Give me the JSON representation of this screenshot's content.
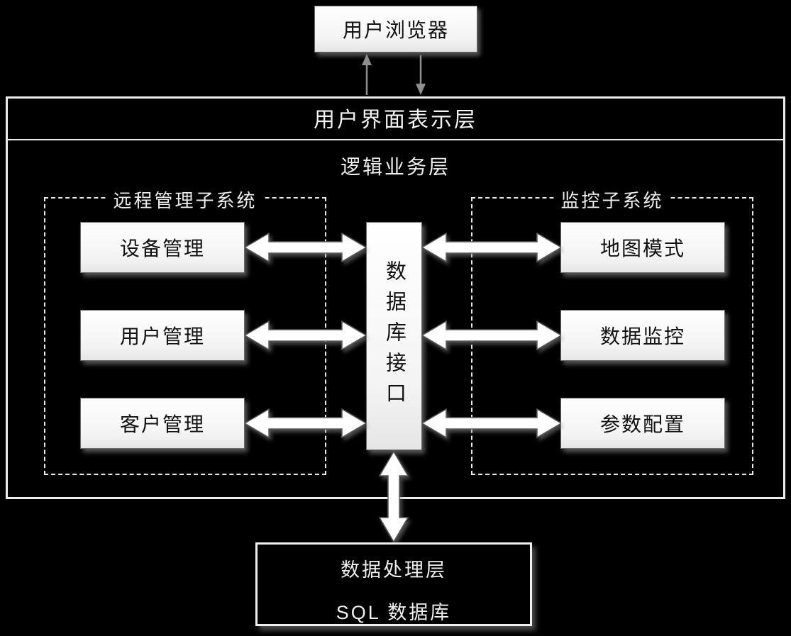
{
  "colors": {
    "background": "#000000",
    "box_fill": "#ffffff",
    "box_text": "#111111",
    "light_text": "#f0f0f0",
    "arrow_fill": "#ffffff",
    "thin_arrow": "#8f8f8f"
  },
  "browser": {
    "label": "用户浏览器"
  },
  "layers": {
    "ui_label": "用户界面表示层",
    "logic_label": "逻辑业务层"
  },
  "subsystems": {
    "left": {
      "title": "远程管理子系统",
      "modules": [
        "设备管理",
        "用户管理",
        "客户管理"
      ]
    },
    "right": {
      "title": "监控子系统",
      "modules": [
        "地图模式",
        "数据监控",
        "参数配置"
      ]
    }
  },
  "db_interface": {
    "label": "数据库接口"
  },
  "data_layer": {
    "title": "数据处理层",
    "db_label": "SQL 数据库"
  }
}
